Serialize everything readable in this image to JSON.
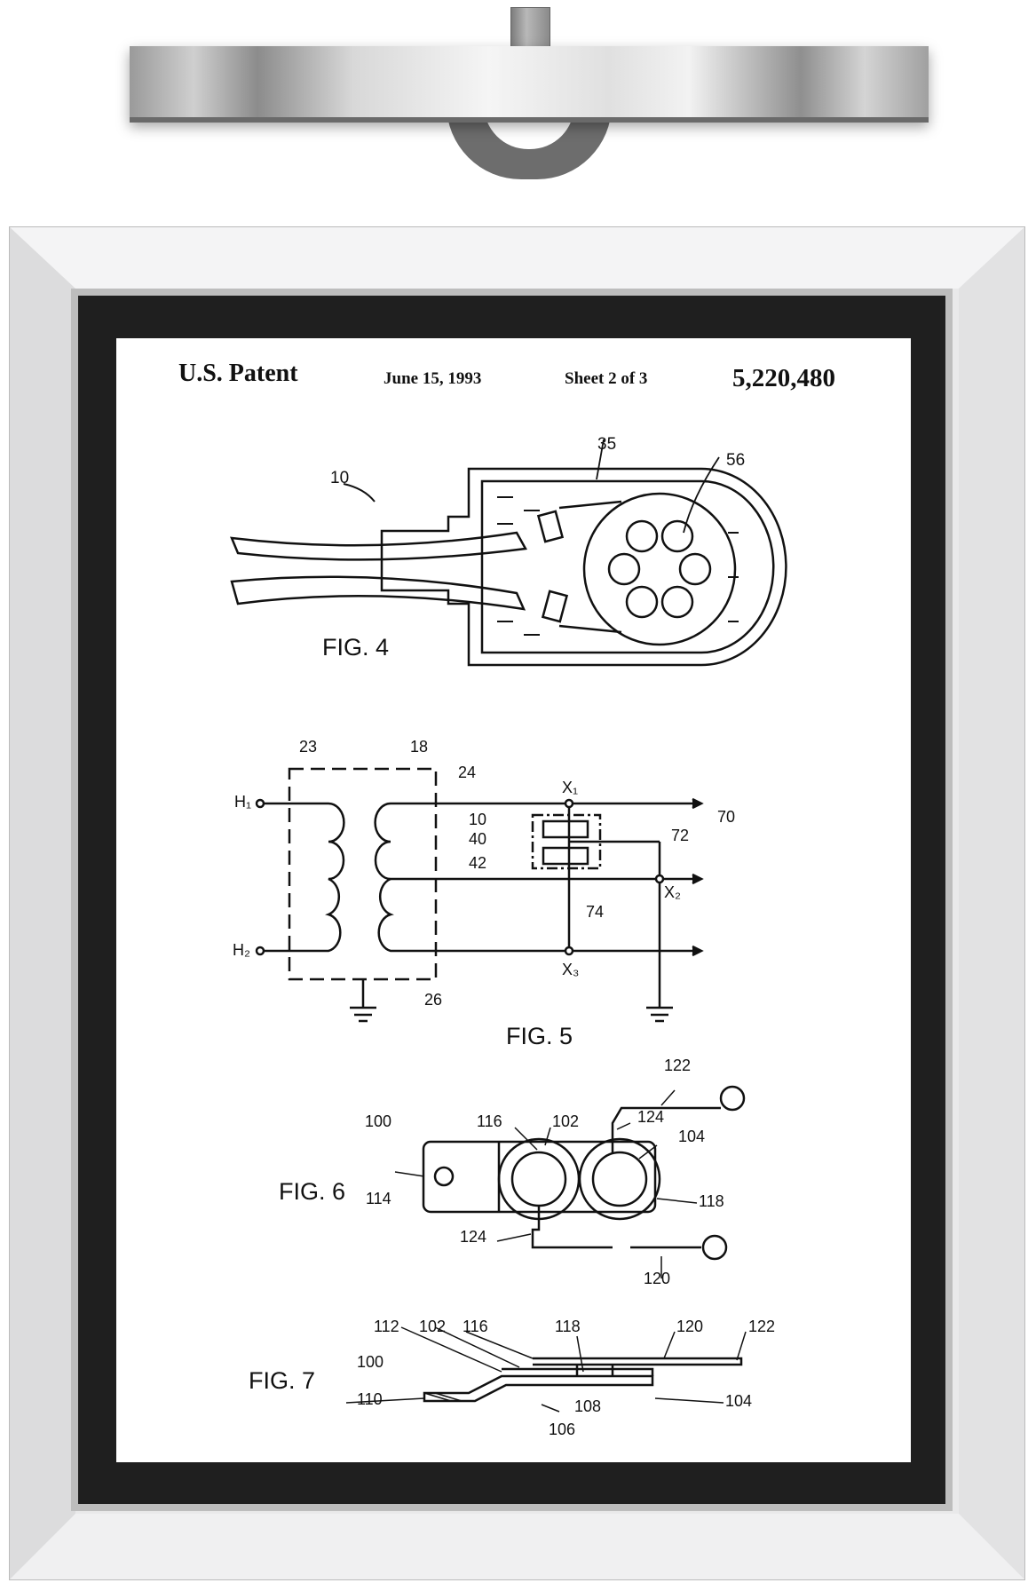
{
  "patent": {
    "header": {
      "title": "U.S. Patent",
      "date": "June 15, 1993",
      "sheet": "Sheet 2 of 3",
      "number": "5,220,480"
    },
    "fig4": {
      "label": "FIG. 4",
      "refs": [
        "10",
        "35",
        "56"
      ]
    },
    "fig5": {
      "label": "FIG. 5",
      "refs": [
        "23",
        "18",
        "24",
        "H₁",
        "H₂",
        "X₁",
        "X₂",
        "X₃",
        "10",
        "40",
        "42",
        "70",
        "72",
        "74",
        "26"
      ]
    },
    "fig6": {
      "label": "FIG. 6",
      "refs": [
        "100",
        "116",
        "102",
        "122",
        "124",
        "104",
        "114",
        "118",
        "124",
        "120"
      ]
    },
    "fig7": {
      "label": "FIG. 7",
      "refs": [
        "112",
        "102",
        "116",
        "118",
        "120",
        "122",
        "100",
        "110",
        "108",
        "104",
        "106"
      ]
    }
  },
  "colors": {
    "frame": "#e9e9ea",
    "mat": "#1f1f1f",
    "paper": "#ffffff",
    "ink": "#111111"
  }
}
